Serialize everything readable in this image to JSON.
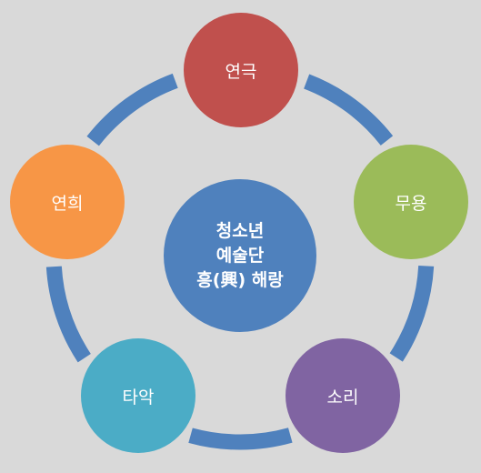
{
  "center": {
    "lines": [
      "청소년",
      "예술단",
      "흥(興) 해랑"
    ],
    "color": "#4f81bd"
  },
  "nodes": [
    {
      "id": "theater",
      "label": "연극",
      "color": "#c0504d"
    },
    {
      "id": "dance",
      "label": "무용",
      "color": "#9bbb59"
    },
    {
      "id": "sound",
      "label": "소리",
      "color": "#8064a2"
    },
    {
      "id": "percussion",
      "label": "타악",
      "color": "#4bacc6"
    },
    {
      "id": "entertainment",
      "label": "연희",
      "color": "#f79646"
    }
  ],
  "connector_color": "#4f81bd"
}
